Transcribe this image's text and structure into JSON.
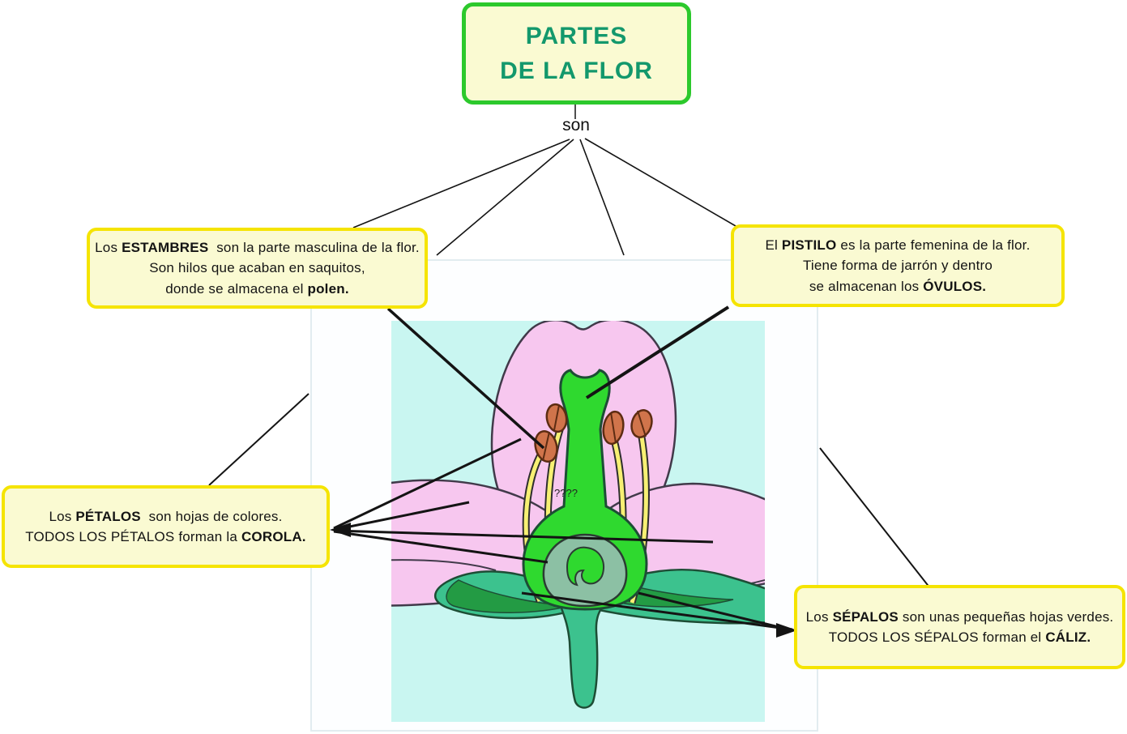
{
  "title": {
    "line1": "PARTES",
    "line2": "DE LA FLOR"
  },
  "connector": {
    "label": "son"
  },
  "boxes": {
    "estambres": {
      "l1a": "Los ",
      "l1b": "ESTAMBRES",
      "l1c": "  son la parte masculina de la flor.",
      "l2": "Son hilos que acaban en saquitos,",
      "l3a": "donde se almacena el ",
      "l3b": "polen."
    },
    "pistilo": {
      "l1a": "El ",
      "l1b": "PISTILO",
      "l1c": " es la parte femenina de la flor.",
      "l2": "Tiene forma de jarrón y dentro",
      "l3a": "se almacenan los ",
      "l3b": "ÓVULOS."
    },
    "petalos": {
      "l1a": "Los ",
      "l1b": "PÉTALOS",
      "l1c": "  son hojas de colores.",
      "l2a": "TODOS LOS PÉTALOS forman la ",
      "l2b": "COROLA."
    },
    "sepalos": {
      "l1a": "Los ",
      "l1b": "SÉPALOS",
      "l1c": " son unas pequeñas hojas verdes.",
      "l2a": "TODOS LOS SÉPALOS forman el ",
      "l2b": "CÁLIZ."
    }
  },
  "flower": {
    "mystery_label": "????"
  },
  "colors": {
    "note_fill": "#fafad2",
    "note_border_yellow": "#f5e400",
    "title_border_green": "#2cc92c",
    "title_text_teal": "#13986c",
    "picture_background_cyan": "#c9f6f1",
    "petal_pink": "#f7c7ef",
    "pistil_green": "#2fd92f",
    "ovule_gray_green": "#8cc0a4",
    "stamen_yellow": "#f7f073",
    "anther_orange": "#d0744b",
    "sepal_teal": "#3cc28e",
    "sepal_dark_green": "#239b44",
    "connector_black": "#141414"
  }
}
